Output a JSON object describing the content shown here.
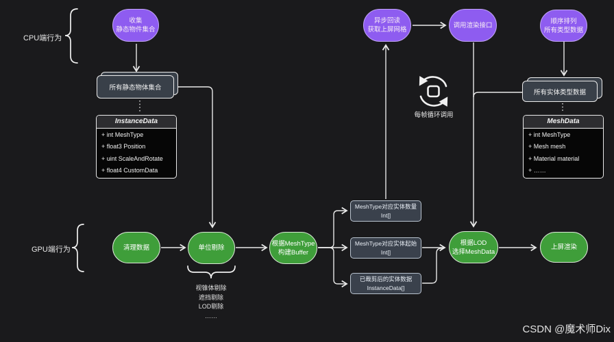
{
  "colors": {
    "background": "#1a1a1c",
    "cpu_node_purple": "#8e5cf0",
    "gpu_node_green": "#3f9e3a",
    "buffer_slate": "#3a414c"
  },
  "labels": {
    "cpu_section": "CPU端行为",
    "gpu_section": "GPU端行为",
    "loop_caption": "每帧循环调用",
    "watermark": "CSDN @魔术师Dix"
  },
  "pills": {
    "collect": {
      "line1": "收集",
      "line2": "静态物件集合"
    },
    "async_readback": {
      "line1": "异步回读",
      "line2": "获取上屏网格"
    },
    "call_render": {
      "line1": "调用渲染接口"
    },
    "sort_all": {
      "line1": "顺序排列",
      "line2": "所有类型数据"
    },
    "clean_data": {
      "line1": "清理数据"
    },
    "unit_cull": {
      "line1": "单位剔除"
    },
    "build_buffer": {
      "line1": "根据MeshType",
      "line2": "构建Buffer"
    },
    "select_meshdata": {
      "line1": "根据LOD",
      "line2": "选择MeshData"
    },
    "screen_render": {
      "line1": "上屏渲染"
    }
  },
  "stacks": {
    "static_objects": "所有静态物体集合",
    "entity_types": "所有实体类型数据"
  },
  "classes": {
    "instance_data": {
      "title": "InstanceData",
      "fields": [
        "+ int MeshType",
        "+ float3 Position",
        "+ uint ScaleAndRotate",
        "+ float4 CustomData"
      ]
    },
    "mesh_data": {
      "title": "MeshData",
      "fields": [
        "+ int MeshType",
        "+ Mesh mesh",
        "+ Material material",
        "+ ……"
      ]
    }
  },
  "buffers": {
    "count": {
      "line1": "MeshType对应实体数量",
      "line2": "Int[]"
    },
    "start": {
      "line1": "MeshType对应实体起始",
      "line2": "Int[]"
    },
    "culled": {
      "line1": "已裁剪后的实体数据",
      "line2": "InstanceData[]"
    }
  },
  "cull_methods": [
    "视锥体剔除",
    "遮挡剔除",
    "LOD剔除",
    "……"
  ]
}
